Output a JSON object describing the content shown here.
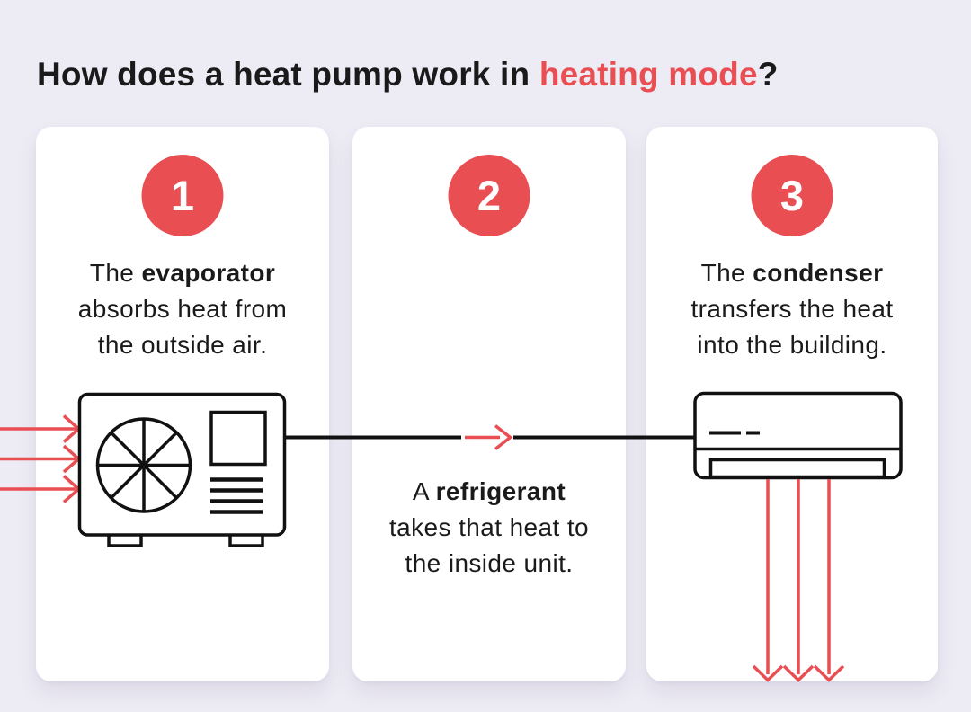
{
  "title": {
    "prefix": "How does a heat pump work in ",
    "highlight": "heating mode",
    "suffix": "?"
  },
  "colors": {
    "background": "#EDEBF4",
    "card": "#FFFFFF",
    "accent": "#E94E53",
    "ink": "#1A1A1A",
    "line_art": "#111111"
  },
  "steps": [
    {
      "number": "1",
      "icon": "outdoor-unit-icon",
      "lines": [
        [
          {
            "t": "The ",
            "b": 0
          },
          {
            "t": "evaporator",
            "b": 1
          }
        ],
        [
          {
            "t": "absorbs heat from",
            "b": 0
          }
        ],
        [
          {
            "t": "the outside air.",
            "b": 0
          }
        ]
      ]
    },
    {
      "number": "2",
      "icon": "refrigerant-flow-arrow-icon",
      "lines": [
        [
          {
            "t": "A ",
            "b": 0
          },
          {
            "t": "refrigerant",
            "b": 1
          }
        ],
        [
          {
            "t": "takes that heat to",
            "b": 0
          }
        ],
        [
          {
            "t": "the inside unit.",
            "b": 0
          }
        ]
      ]
    },
    {
      "number": "3",
      "icon": "indoor-unit-icon",
      "lines": [
        [
          {
            "t": "The ",
            "b": 0
          },
          {
            "t": "condenser",
            "b": 1
          }
        ],
        [
          {
            "t": "transfers the heat",
            "b": 0
          }
        ],
        [
          {
            "t": "into the building.",
            "b": 0
          }
        ]
      ]
    }
  ],
  "icons": {
    "heat_in": "heat-in-arrows-icon",
    "outdoor_unit": "outdoor-unit-icon",
    "flow": "refrigerant-flow-arrow-icon",
    "indoor_unit": "indoor-unit-icon",
    "heat_out": "heat-out-arrows-icon"
  }
}
